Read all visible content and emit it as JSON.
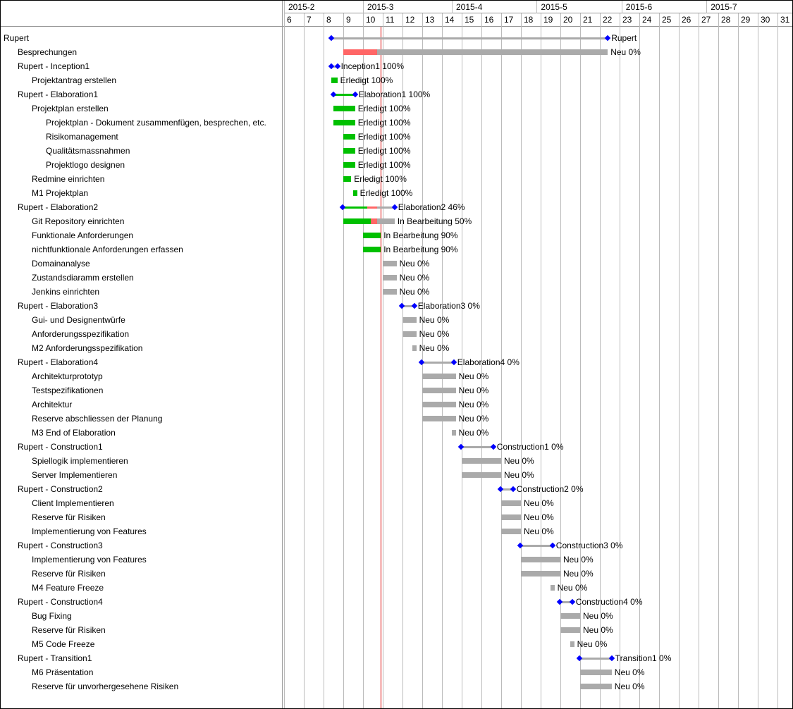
{
  "header": {
    "months": [
      {
        "label": "2015-2",
        "week": 6
      },
      {
        "label": "2015-3",
        "week": 10
      },
      {
        "label": "2015-4",
        "week": 14.5
      },
      {
        "label": "2015-5",
        "week": 18.8
      },
      {
        "label": "2015-6",
        "week": 23.1
      },
      {
        "label": "2015-7",
        "week": 27.4
      }
    ],
    "weeks": [
      "6",
      "7",
      "8",
      "9",
      "10",
      "11",
      "12",
      "13",
      "14",
      "15",
      "16",
      "17",
      "18",
      "19",
      "20",
      "21",
      "22",
      "23",
      "24",
      "25",
      "26",
      "27",
      "28",
      "29",
      "30",
      "31"
    ]
  },
  "today_week": 10.9,
  "colors": {
    "done": "#00c000",
    "late": "#ff6666",
    "remaining": "#aaaaaa",
    "milestone": "#0000ff",
    "today": "#dd0000"
  },
  "tasks": [
    {
      "name": "Rupert",
      "level": 0,
      "type": "group",
      "start": 8.4,
      "end": 22.4,
      "done_to": null,
      "late_to": null,
      "label": "Rupert"
    },
    {
      "name": "Besprechungen",
      "level": 1,
      "type": "task",
      "start": 9.0,
      "end": 22.4,
      "done_to": null,
      "late_to": 10.7,
      "label": "Neu 0%"
    },
    {
      "name": "Rupert - Inception1",
      "level": 1,
      "type": "group",
      "start": 8.4,
      "end": 8.7,
      "done_to": null,
      "late_to": null,
      "label": "Inception1 100%"
    },
    {
      "name": "Projektantrag erstellen",
      "level": 2,
      "type": "task",
      "start": 8.4,
      "end": 8.7,
      "done_to": 8.7,
      "late_to": null,
      "label": "Erledigt 100%"
    },
    {
      "name": "Rupert - Elaboration1",
      "level": 1,
      "type": "group",
      "start": 8.5,
      "end": 9.6,
      "done_to": 9.6,
      "late_to": null,
      "label": "Elaboration1  100%"
    },
    {
      "name": "Projektplan erstellen",
      "level": 2,
      "type": "task",
      "start": 8.5,
      "end": 9.6,
      "done_to": 9.6,
      "late_to": null,
      "label": "Erledigt 100%"
    },
    {
      "name": "Projektplan - Dokument zusammenfügen, besprechen, etc.",
      "level": 3,
      "type": "task",
      "start": 8.5,
      "end": 9.6,
      "done_to": 9.6,
      "late_to": null,
      "label": "Erledigt 100%"
    },
    {
      "name": "Risikomanagement",
      "level": 3,
      "type": "task",
      "start": 9.0,
      "end": 9.6,
      "done_to": 9.6,
      "late_to": null,
      "label": "Erledigt 100%"
    },
    {
      "name": "Qualitätsmassnahmen",
      "level": 3,
      "type": "task",
      "start": 9.0,
      "end": 9.6,
      "done_to": 9.6,
      "late_to": null,
      "label": "Erledigt 100%"
    },
    {
      "name": "Projektlogo designen",
      "level": 3,
      "type": "task",
      "start": 9.0,
      "end": 9.6,
      "done_to": 9.6,
      "late_to": null,
      "label": "Erledigt 100%"
    },
    {
      "name": "Redmine einrichten",
      "level": 2,
      "type": "task",
      "start": 9.0,
      "end": 9.4,
      "done_to": 9.4,
      "late_to": null,
      "label": "Erledigt 100%"
    },
    {
      "name": "M1 Projektplan",
      "level": 2,
      "type": "task",
      "start": 9.5,
      "end": 9.7,
      "done_to": 9.7,
      "late_to": null,
      "label": "Erledigt 100%"
    },
    {
      "name": "Rupert - Elaboration2",
      "level": 1,
      "type": "group",
      "start": 8.95,
      "end": 11.6,
      "done_to": 10.2,
      "late_to": 10.7,
      "label": "Elaboration2  46%"
    },
    {
      "name": "Git Repository einrichten",
      "level": 2,
      "type": "task",
      "start": 9.0,
      "end": 11.6,
      "done_to": 10.4,
      "late_to": 10.7,
      "label": "In Bearbeitung 50%"
    },
    {
      "name": "Funktionale Anforderungen",
      "level": 2,
      "type": "task",
      "start": 10.0,
      "end": 10.9,
      "done_to": 10.9,
      "late_to": null,
      "label": "In Bearbeitung 90%"
    },
    {
      "name": "nichtfunktionale Anforderungen erfassen",
      "level": 2,
      "type": "task",
      "start": 10.0,
      "end": 10.9,
      "done_to": 10.9,
      "late_to": null,
      "label": "In Bearbeitung 90%"
    },
    {
      "name": "Domainanalyse",
      "level": 2,
      "type": "task",
      "start": 11.0,
      "end": 11.7,
      "done_to": null,
      "late_to": null,
      "label": "Neu 0%"
    },
    {
      "name": "Zustandsdiaramm erstellen",
      "level": 2,
      "type": "task",
      "start": 11.0,
      "end": 11.7,
      "done_to": null,
      "late_to": null,
      "label": "Neu 0%"
    },
    {
      "name": "Jenkins einrichten",
      "level": 2,
      "type": "task",
      "start": 11.0,
      "end": 11.7,
      "done_to": null,
      "late_to": null,
      "label": "Neu 0%"
    },
    {
      "name": "Rupert - Elaboration3",
      "level": 1,
      "type": "group",
      "start": 11.95,
      "end": 12.6,
      "done_to": null,
      "late_to": null,
      "label": "Elaboration3  0%"
    },
    {
      "name": "Gui- und Designentwürfe",
      "level": 2,
      "type": "task",
      "start": 12.0,
      "end": 12.7,
      "done_to": null,
      "late_to": null,
      "label": "Neu 0%"
    },
    {
      "name": "Anforderungsspezifikation",
      "level": 2,
      "type": "task",
      "start": 12.0,
      "end": 12.7,
      "done_to": null,
      "late_to": null,
      "label": "Neu 0%"
    },
    {
      "name": "M2 Anforderungsspezifikation",
      "level": 2,
      "type": "task",
      "start": 12.5,
      "end": 12.7,
      "done_to": null,
      "late_to": null,
      "label": "Neu 0%"
    },
    {
      "name": "Rupert - Elaboration4",
      "level": 1,
      "type": "group",
      "start": 12.95,
      "end": 14.6,
      "done_to": null,
      "late_to": null,
      "label": "Elaboration4 0%"
    },
    {
      "name": "Architekturprototyp",
      "level": 2,
      "type": "task",
      "start": 13.0,
      "end": 14.7,
      "done_to": null,
      "late_to": null,
      "label": "Neu 0%"
    },
    {
      "name": "Testspezifikationen",
      "level": 2,
      "type": "task",
      "start": 13.0,
      "end": 14.7,
      "done_to": null,
      "late_to": null,
      "label": "Neu 0%"
    },
    {
      "name": "Architektur",
      "level": 2,
      "type": "task",
      "start": 13.0,
      "end": 14.7,
      "done_to": null,
      "late_to": null,
      "label": "Neu 0%"
    },
    {
      "name": "Reserve abschliessen der Planung",
      "level": 2,
      "type": "task",
      "start": 13.0,
      "end": 14.7,
      "done_to": null,
      "late_to": null,
      "label": "Neu 0%"
    },
    {
      "name": "M3 End of Elaboration",
      "level": 2,
      "type": "task",
      "start": 14.5,
      "end": 14.7,
      "done_to": null,
      "late_to": null,
      "label": "Neu 0%"
    },
    {
      "name": "Rupert - Construction1",
      "level": 1,
      "type": "group",
      "start": 14.95,
      "end": 16.6,
      "done_to": null,
      "late_to": null,
      "label": "Construction1 0%"
    },
    {
      "name": "Spiellogik implementieren",
      "level": 2,
      "type": "task",
      "start": 15.0,
      "end": 17.0,
      "done_to": null,
      "late_to": null,
      "label": "Neu 0%"
    },
    {
      "name": "Server Implementieren",
      "level": 2,
      "type": "task",
      "start": 15.0,
      "end": 17.0,
      "done_to": null,
      "late_to": null,
      "label": "Neu 0%"
    },
    {
      "name": "Rupert - Construction2",
      "level": 1,
      "type": "group",
      "start": 16.95,
      "end": 17.6,
      "done_to": null,
      "late_to": null,
      "label": "Construction2 0%"
    },
    {
      "name": "Client Implementieren",
      "level": 2,
      "type": "task",
      "start": 17.0,
      "end": 18.0,
      "done_to": null,
      "late_to": null,
      "label": "Neu 0%"
    },
    {
      "name": "Reserve für Risiken",
      "level": 2,
      "type": "task",
      "start": 17.0,
      "end": 18.0,
      "done_to": null,
      "late_to": null,
      "label": "Neu 0%"
    },
    {
      "name": "Implementierung von Features",
      "level": 2,
      "type": "task",
      "start": 17.0,
      "end": 18.0,
      "done_to": null,
      "late_to": null,
      "label": "Neu 0%"
    },
    {
      "name": "Rupert - Construction3",
      "level": 1,
      "type": "group",
      "start": 17.95,
      "end": 19.6,
      "done_to": null,
      "late_to": null,
      "label": "Construction3  0%"
    },
    {
      "name": "Implementierung von Features",
      "level": 2,
      "type": "task",
      "start": 18.0,
      "end": 20.0,
      "done_to": null,
      "late_to": null,
      "label": "Neu 0%"
    },
    {
      "name": "Reserve für Risiken",
      "level": 2,
      "type": "task",
      "start": 18.0,
      "end": 20.0,
      "done_to": null,
      "late_to": null,
      "label": "Neu 0%"
    },
    {
      "name": "M4 Feature Freeze",
      "level": 2,
      "type": "task",
      "start": 19.5,
      "end": 19.7,
      "done_to": null,
      "late_to": null,
      "label": "Neu 0%"
    },
    {
      "name": "Rupert - Construction4",
      "level": 1,
      "type": "group",
      "start": 19.95,
      "end": 20.6,
      "done_to": null,
      "late_to": null,
      "label": "Construction4 0%"
    },
    {
      "name": "Bug Fixing",
      "level": 2,
      "type": "task",
      "start": 20.0,
      "end": 21.0,
      "done_to": null,
      "late_to": null,
      "label": "Neu 0%"
    },
    {
      "name": "Reserve für Risiken",
      "level": 2,
      "type": "task",
      "start": 20.0,
      "end": 21.0,
      "done_to": null,
      "late_to": null,
      "label": "Neu 0%"
    },
    {
      "name": "M5 Code Freeze",
      "level": 2,
      "type": "task",
      "start": 20.5,
      "end": 20.7,
      "done_to": null,
      "late_to": null,
      "label": "Neu 0%"
    },
    {
      "name": "Rupert - Transition1",
      "level": 1,
      "type": "group",
      "start": 20.95,
      "end": 22.6,
      "done_to": null,
      "late_to": null,
      "label": "Transition1 0%"
    },
    {
      "name": "M6 Präsentation",
      "level": 2,
      "type": "task",
      "start": 21.0,
      "end": 22.6,
      "done_to": null,
      "late_to": null,
      "label": "Neu 0%"
    },
    {
      "name": "Reserve für unvorhergesehene Risiken",
      "level": 2,
      "type": "task",
      "start": 21.0,
      "end": 22.6,
      "done_to": null,
      "late_to": null,
      "label": "Neu 0%"
    }
  ]
}
